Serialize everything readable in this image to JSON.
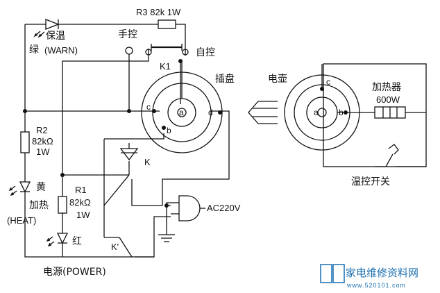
{
  "diagram": {
    "resistor_r3": "R3  82k  1W",
    "led_warn_cn": "保温",
    "led_warn_color_cn": "绿",
    "led_warn_en": "(WARN)",
    "manual_control": "手控",
    "auto_control": "自控",
    "relay_k1": "K1",
    "plug_board": "插盘",
    "kettle": "电壶",
    "heater": "加热器",
    "heater_power": "600W",
    "thermostat": "温控开关",
    "term_a": "a",
    "term_b": "b",
    "term_c": "c",
    "term_d": "d",
    "kettle_a": "a",
    "kettle_b": "b",
    "kettle_c": "c",
    "resistor_r2": "R2",
    "r2_value": "82kΩ",
    "r2_power": "1W",
    "led_heat_color_cn": "黄",
    "led_heat_cn": "加热",
    "led_heat_en": "(HEAT)",
    "resistor_r1": "R1",
    "r1_value": "82kΩ",
    "r1_power": "1W",
    "led_power_color_cn": "红",
    "switch_k": "K",
    "switch_k2": "K'",
    "ac_label": "AC220V",
    "power_label": "电源(POWER)"
  },
  "watermark": {
    "text": "家电维修资料网",
    "url": "www.520101.com"
  },
  "colors": {
    "line": "#111111",
    "watermark": "#1a6fb0"
  }
}
